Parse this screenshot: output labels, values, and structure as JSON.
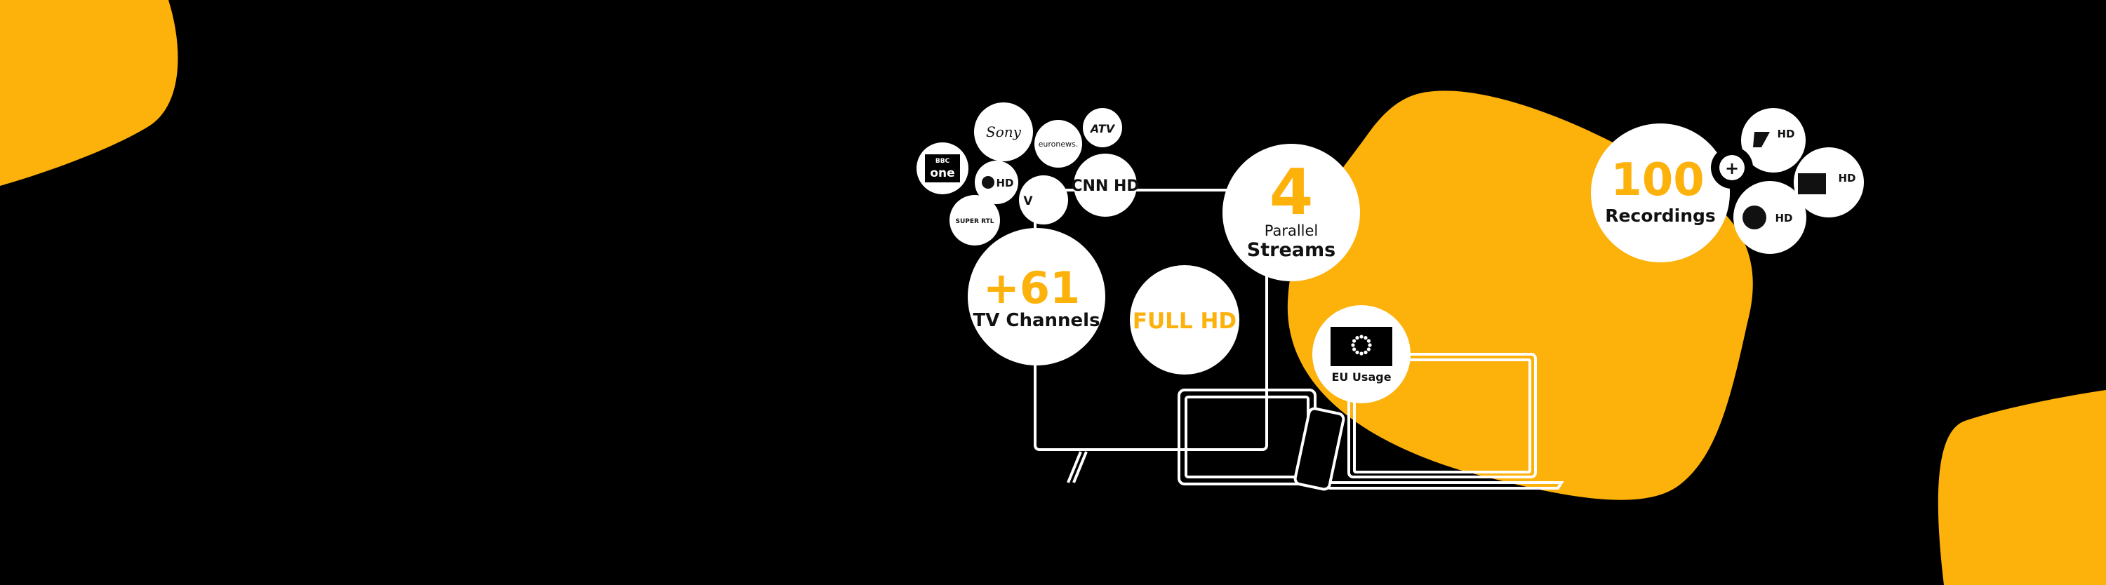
{
  "colors": {
    "accent": "#FDB10B",
    "background": "#000000",
    "bubble": "#FFFFFF",
    "dark_text": "#1A1A1A",
    "line": "#FFFFFF"
  },
  "features": {
    "channels": {
      "value": "+61",
      "label": "TV Channels"
    },
    "quality": {
      "label": "FULL HD"
    },
    "streams": {
      "value": "4",
      "label_top": "Parallel",
      "label_bottom": "Streams"
    },
    "eu": {
      "label": "EU Usage",
      "icon": "eu-flag-icon"
    },
    "recordings": {
      "value": "100",
      "label": "Recordings",
      "plus": "+"
    }
  },
  "channel_logos": [
    {
      "name": "bbc-one",
      "text": "one",
      "badge": "BBC"
    },
    {
      "name": "sony-tv",
      "text": "Sony"
    },
    {
      "name": "euronews",
      "text": "euronews."
    },
    {
      "name": "atv",
      "text": "ATV"
    },
    {
      "name": "das-erste-hd",
      "text": "HD"
    },
    {
      "name": "cnn-hd",
      "text": "CNN HD"
    },
    {
      "name": "super-rtl",
      "text": "SUPER RTL"
    },
    {
      "name": "vox",
      "text": "V"
    },
    {
      "name": "pro7-hd",
      "text": "HD"
    },
    {
      "name": "kabel-eins-hd",
      "text": "HD"
    },
    {
      "name": "sat1-hd",
      "text": "HD"
    }
  ],
  "devices": [
    "tv-outline",
    "tablet-outline",
    "phone-outline",
    "laptop-outline"
  ]
}
